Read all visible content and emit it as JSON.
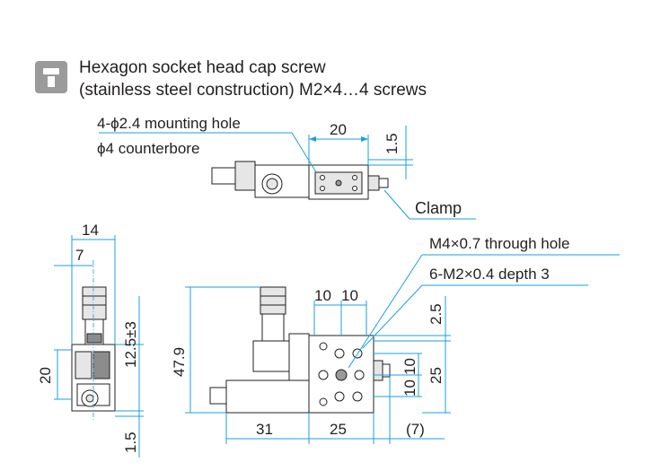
{
  "note": {
    "icon": "screw-icon",
    "line1": "Hexagon socket head cap screw",
    "line2": "(stainless steel construction) M2×4…4 screws"
  },
  "labels": {
    "mounting_hole": "4-ϕ2.4 mounting hole",
    "counterbore": "ϕ4 counterbore",
    "clamp": "Clamp",
    "through_hole": "M4×0.7 through hole",
    "tapped_holes": "6-M2×0.4 depth 3"
  },
  "dimensions": {
    "top_width": "20",
    "top_height": "1.5",
    "side_width": "14",
    "side_half": "7",
    "side_height": "20",
    "side_travel": "12.5±3",
    "side_bottom": "1.5",
    "front_height": "47.9",
    "pitch_x1": "10",
    "pitch_x2": "10",
    "front_top": "2.5",
    "pitch_y1": "10",
    "pitch_y2": "10",
    "stage_size": "25",
    "base_left": "31",
    "base_width": "25",
    "base_right": "(7)"
  },
  "colors": {
    "leader": "#1aa0dc",
    "outline": "#231f20",
    "icon_bg": "#9b9b9b"
  }
}
